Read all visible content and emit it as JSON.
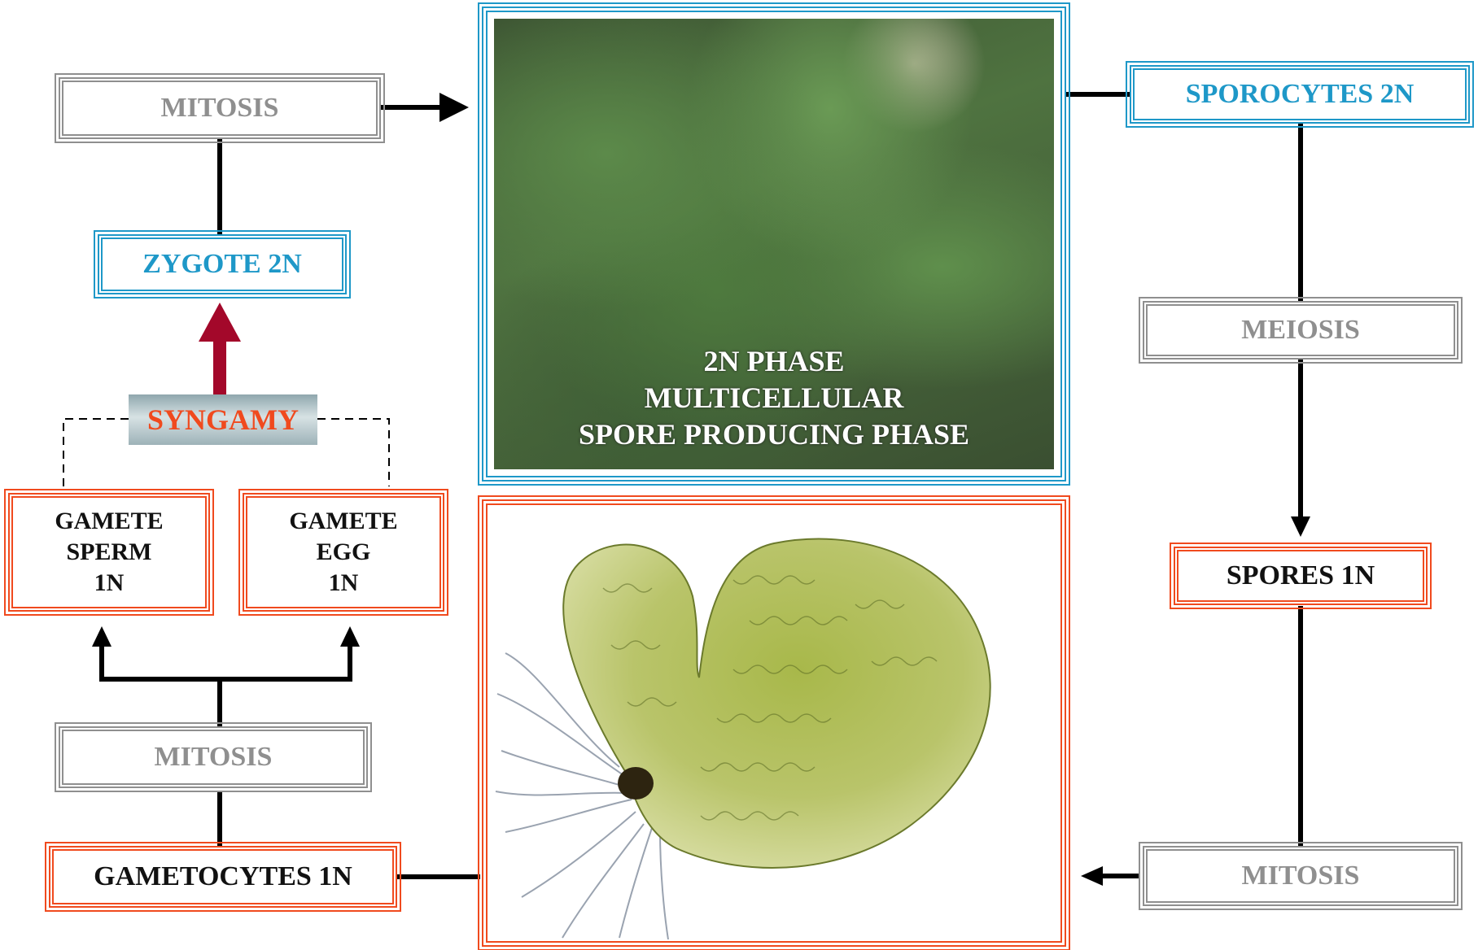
{
  "boxes": {
    "mitosis_top": "MITOSIS",
    "zygote": "ZYGOTE 2N",
    "syngamy": "SYNGAMY",
    "gamete_sperm": [
      "GAMETE",
      "SPERM",
      "1N"
    ],
    "gamete_egg": [
      "GAMETE",
      "EGG",
      "1N"
    ],
    "mitosis_left": "MITOSIS",
    "gametocytes": "GAMETOCYTES 1N",
    "sporocytes": "SPOROCYTES 2N",
    "meiosis": "MEIOSIS",
    "spores": "SPORES 1N",
    "mitosis_right": "MITOSIS"
  },
  "phase_caption": [
    "2N PHASE",
    "MULTICELLULAR",
    "SPORE PRODUCING PHASE"
  ],
  "colors": {
    "blue": "#1e98c8",
    "red": "#f04a1e",
    "gray": "#8f8f8f",
    "syngamy_arrow": "#a3082a"
  }
}
